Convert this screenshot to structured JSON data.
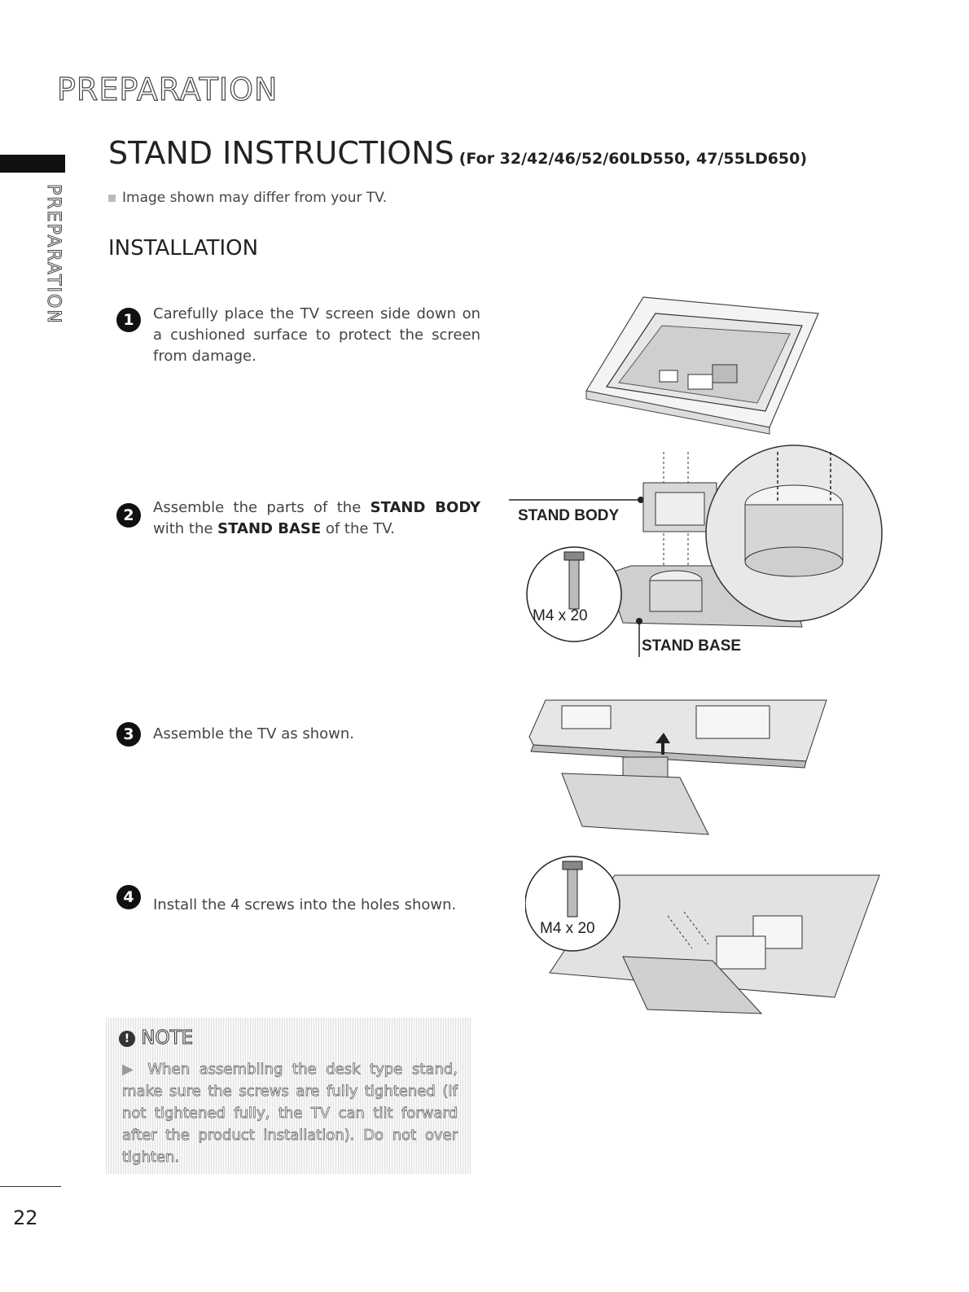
{
  "section": {
    "title": "PREPARATION",
    "side_label": "PREPARATION"
  },
  "heading": {
    "title": "STAND INSTRUCTIONS",
    "models": "(For 32/42/46/52/60LD550, 47/55LD650)"
  },
  "disclaimer": "Image shown may differ from your TV.",
  "installation": {
    "title": "INSTALLATION",
    "steps": [
      {
        "number": "1",
        "text": "Carefully place the TV screen side down on a cushioned surface to protect the screen from damage."
      },
      {
        "number": "2",
        "text_before": "Assemble the parts of the ",
        "strong1": "STAND BODY",
        "text_mid": " with the ",
        "strong2": "STAND BASE",
        "text_after": " of the TV."
      },
      {
        "number": "3",
        "text": "Assemble the TV as shown."
      },
      {
        "number": "4",
        "text": "Install the 4 screws into the holes shown."
      }
    ]
  },
  "figures": {
    "stand_body_label": "STAND BODY",
    "stand_base_label": "STAND BASE",
    "screw_label": "M4 x 20"
  },
  "note": {
    "title": "NOTE",
    "text": "When assembling the desk type stand, make sure the screws are fully tightened (If not tightened fully, the TV can tilt forward after the product installation). Do not over tighten."
  },
  "page_number": "22"
}
